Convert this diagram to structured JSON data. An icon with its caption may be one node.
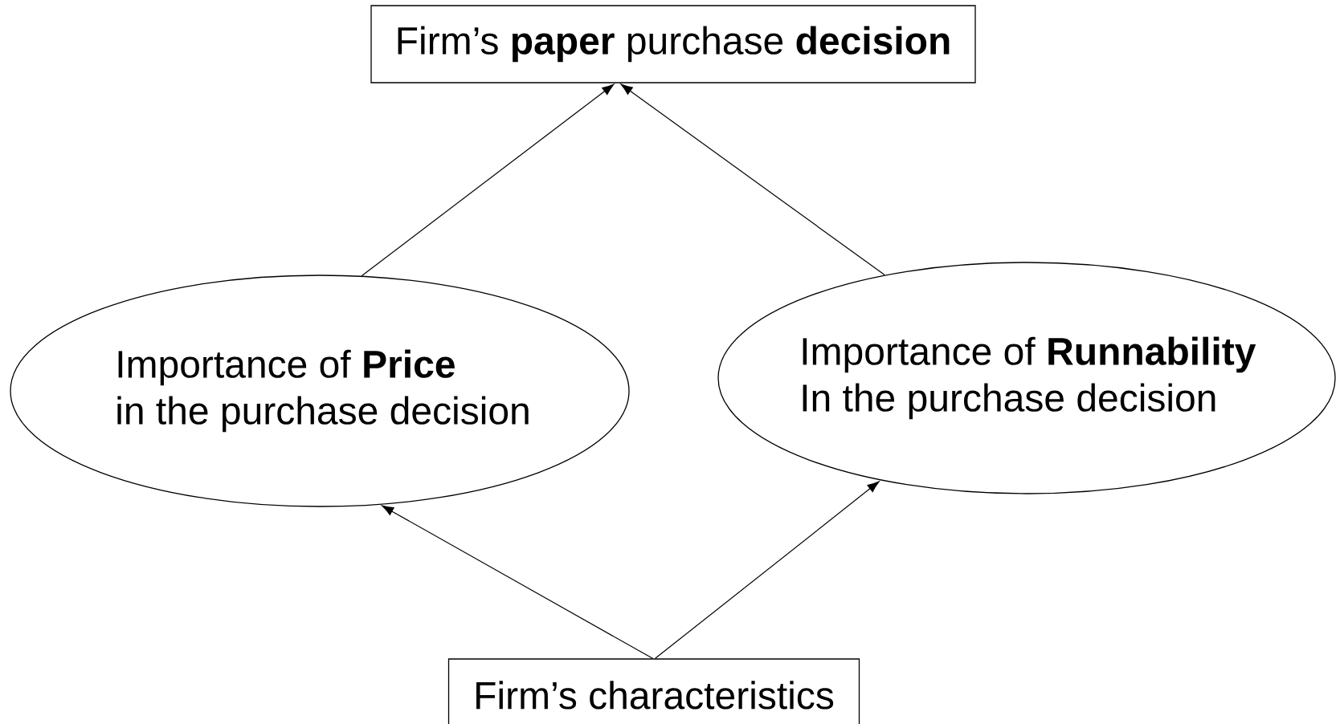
{
  "diagram": {
    "nodes": [
      {
        "text": [
          "Firm’s **paper** purchase **decision**"
        ]
      },
      {
        "text": [
          "Importance of **Price**",
          "in the purchase decision"
        ]
      },
      {
        "text": [
          "Importance of **Runnability**",
          "In the purchase decision"
        ]
      },
      {
        "text": [
          "Firm’s characteristics"
        ]
      }
    ],
    "edges": [
      {
        "from": 1,
        "to": 0,
        "arrow": "to"
      },
      {
        "from": 2,
        "to": 0,
        "arrow": "to"
      },
      {
        "from": 3,
        "to": 1,
        "arrow": "to"
      },
      {
        "from": 3,
        "to": 2,
        "arrow": "to"
      }
    ]
  }
}
